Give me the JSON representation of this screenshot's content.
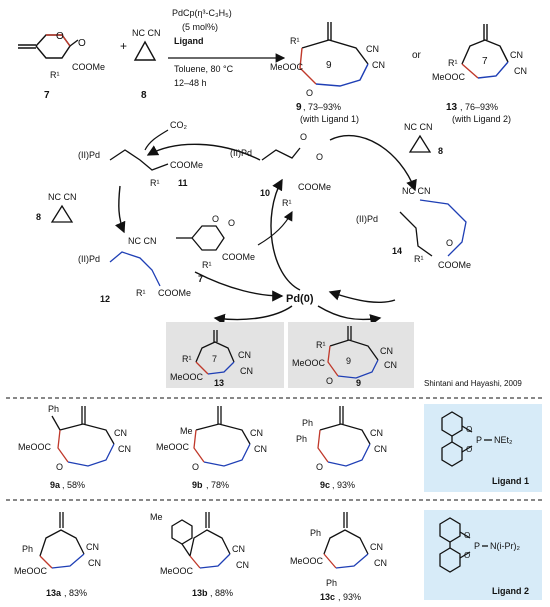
{
  "reaction": {
    "reagent_line1": "PdCp(η³-C₃H₅)",
    "reagent_line2": "(5 mol%)",
    "reagent_line3": "Ligand",
    "cond_line1": "Toluene, 80 °C",
    "cond_line2": "12–48 h",
    "or": "or",
    "plus": "+"
  },
  "compounds": {
    "c7": "7",
    "c8": "8",
    "c9": "9",
    "c10": "10",
    "c11": "11",
    "c12": "12",
    "c13": "13",
    "c14": "14",
    "pd0": "Pd(0)",
    "co2": "CO₂",
    "ring9": "9",
    "ring7": "7"
  },
  "products": {
    "p9_label": "9",
    "p9_yield": ", 73–93%",
    "p9_note": "(with Ligand 1)",
    "p13_label": "13",
    "p13_yield": ", 76–93%",
    "p13_note": "(with Ligand 2)"
  },
  "groups": {
    "cooMe": "COOMe",
    "meooc": "MeOOC",
    "cn": "CN",
    "nccn": "NC CN",
    "r1": "R¹",
    "o": "O",
    "pdII": "(II)Pd",
    "ph": "Ph",
    "me": "Me",
    "net2": "NEt₂",
    "niPr2": "N(i-Pr)₂",
    "p": "P"
  },
  "credit": "Shintani and Hayashi, 2009",
  "examples_row1": [
    {
      "label": "9a",
      "yield": ", 58%"
    },
    {
      "label": "9b",
      "yield": ", 78%"
    },
    {
      "label": "9c",
      "yield": ", 93%"
    }
  ],
  "examples_row2": [
    {
      "label": "13a",
      "yield": ", 83%"
    },
    {
      "label": "13b",
      "yield": ", 88%"
    },
    {
      "label": "13c",
      "yield": ", 93%"
    }
  ],
  "ligands": {
    "l1": "Ligand 1",
    "l2": "Ligand 2"
  },
  "colors": {
    "red": "#c0392b",
    "blue": "#1f3fb5",
    "panel_gray": "#e3e3e3",
    "panel_blue": "#d7ebf8"
  }
}
